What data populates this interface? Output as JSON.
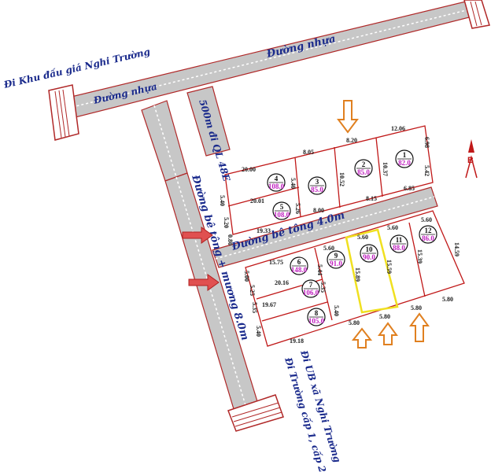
{
  "roads": {
    "road_top": "Đường nhựa",
    "road_left": "Đường nhựa",
    "khu_dau_gia": "Đi Khu đấu giá Nghi Trường",
    "ql48e": "500m đi QL 48E",
    "be_tong_4": "Đường bê tông 4.0m",
    "be_tong_8": "Đường bê tông + mương 8.0m",
    "ub_xa": "Đi UB xã Nghi Trường",
    "truong": "Đi Trường cấp 1, cấp 2"
  },
  "compass_label": "B",
  "lots": [
    {
      "num": "1",
      "area": "82.0"
    },
    {
      "num": "2",
      "area": "85.0"
    },
    {
      "num": "3",
      "area": "85.0"
    },
    {
      "num": "4",
      "area": "108.0"
    },
    {
      "num": "5",
      "area": "108.0"
    },
    {
      "num": "6",
      "area": "148.0"
    },
    {
      "num": "7",
      "area": "106.0"
    },
    {
      "num": "8",
      "area": "105.0"
    },
    {
      "num": "9",
      "area": "91.0"
    },
    {
      "num": "10",
      "area": "90.0"
    },
    {
      "num": "11",
      "area": "88.0"
    },
    {
      "num": "12",
      "area": "86.0"
    }
  ],
  "dims": {
    "d1": "12.06",
    "d2": "8.20",
    "d3": "8.05",
    "d4": "20.00",
    "d5": "5.40",
    "d6": "10.52",
    "d7": "10.37",
    "d8": "6.98",
    "d9": "5.42",
    "d10": "20.01",
    "d11": "5.40",
    "d12": "5.26",
    "d13": "8.00",
    "d14": "8.15",
    "d15": "6.85",
    "d16": "5.20",
    "d17": "0.80",
    "d18": "19.33",
    "d19": "5.60",
    "d20": "5.60",
    "d21": "5.60",
    "d22": "15.75",
    "d23": "5.60",
    "d24": "5.00",
    "d25": "14.59",
    "d26": "20.16",
    "d27": "5.25",
    "d28": "5.44",
    "d29": "15.89",
    "d30": "15.59",
    "d31": "15.39",
    "d32": "5.35",
    "d33": "19.67",
    "d34": "5.35",
    "d35": "5.40",
    "d36": "5.80",
    "d37": "5.80",
    "d38": "5.80",
    "d39": "5.80",
    "d40": "19.18",
    "d41": "5.40"
  }
}
